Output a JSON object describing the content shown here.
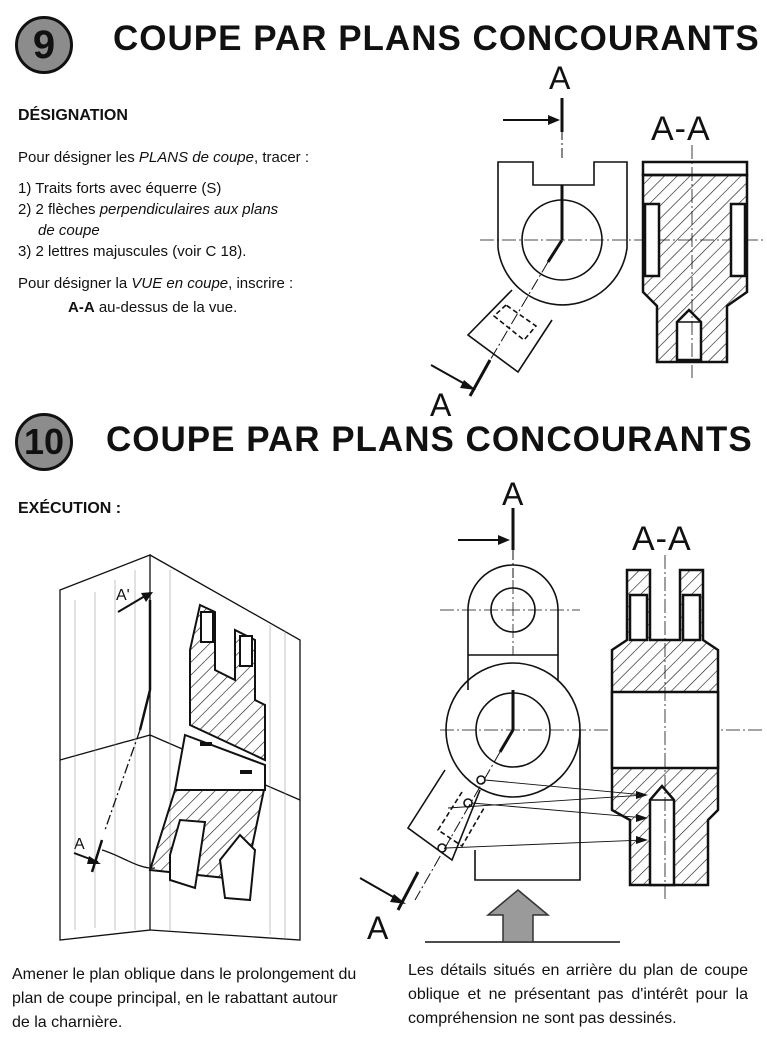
{
  "section9": {
    "number": "9",
    "title": "COUPE PAR PLANS CONCOURANTS",
    "subtitle": "DÉSIGNATION",
    "line1_a": "Pour désigner les ",
    "line1_b": "PLANS de coupe",
    "line1_c": ", tracer :",
    "item1": "1) Traits forts avec équerre (S)",
    "item2_a": "2) 2 flèches ",
    "item2_b": "perpendiculaires aux plans",
    "item2_c": "de coupe",
    "item3": "3) 2 lettres majuscules (voir C 18).",
    "line2_a": "Pour désigner la ",
    "line2_b": "VUE en coupe",
    "line2_c": ", inscrire :",
    "line3_a": "A-A",
    "line3_b": " au-dessus de la vue.",
    "label_A_top": "A",
    "label_A_bottom": "A",
    "label_AA": "A-A"
  },
  "section10": {
    "number": "10",
    "title": "COUPE PAR PLANS CONCOURANTS",
    "subtitle": "EXÉCUTION :",
    "label_A_top": "A",
    "label_A_bottom": "A",
    "label_AA": "A-A",
    "iso_label_top": "A'",
    "iso_label_bottom": "A",
    "caption_left": "Amener le plan oblique dans le prolongement du plan de coupe principal, en le rabattant autour de la charnière.",
    "caption_right": "Les détails situés en arrière du plan de coupe oblique et ne présentant pas d'intérêt pour la compréhension ne sont pas dessinés."
  }
}
